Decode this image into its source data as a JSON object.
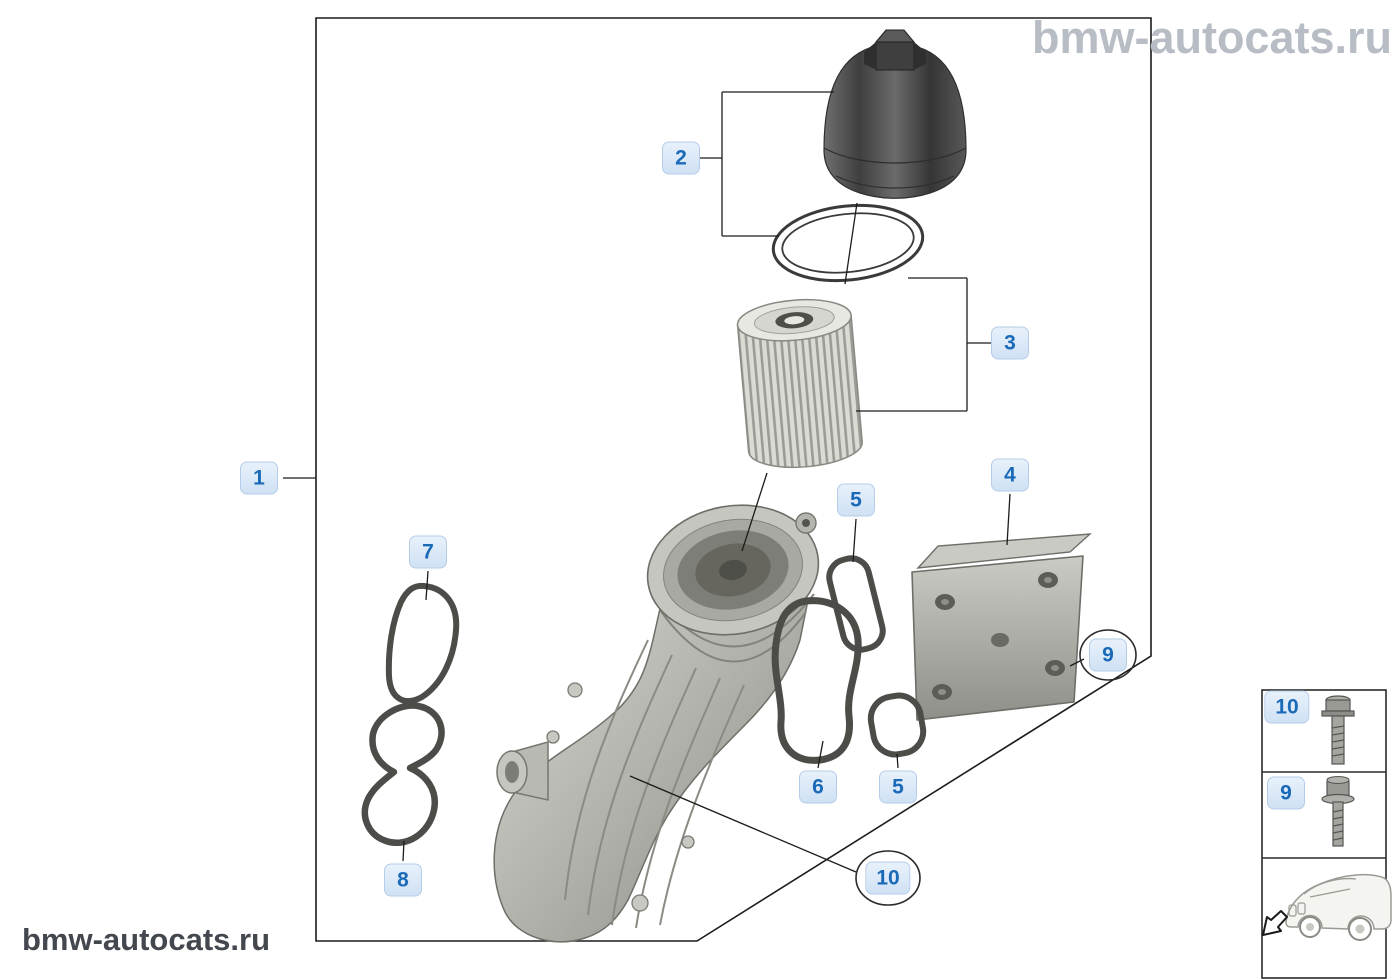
{
  "watermarks": {
    "top": "bmw-autocats.ru",
    "bottom": "bmw-autocats.ru"
  },
  "callouts": {
    "n1": "1",
    "n2": "2",
    "n3": "3",
    "n4": "4",
    "n5": "5",
    "n6": "6",
    "n7": "7",
    "n8": "8",
    "n9": "9",
    "n10": "10"
  },
  "legend": {
    "bolt": "10",
    "screw": "9"
  },
  "icons": {
    "legend_bolt": "bolt-icon",
    "legend_screw": "screw-icon",
    "legend_vehicle": "car-icon",
    "direction_arrow": "arrow-down-left-icon"
  },
  "colors": {
    "callout_bg": "#d7e5f6",
    "callout_text": "#1a6ab8",
    "line": "#1c1c1c",
    "watermark_top": "#b7bcc5",
    "watermark_bottom": "#43474e"
  }
}
